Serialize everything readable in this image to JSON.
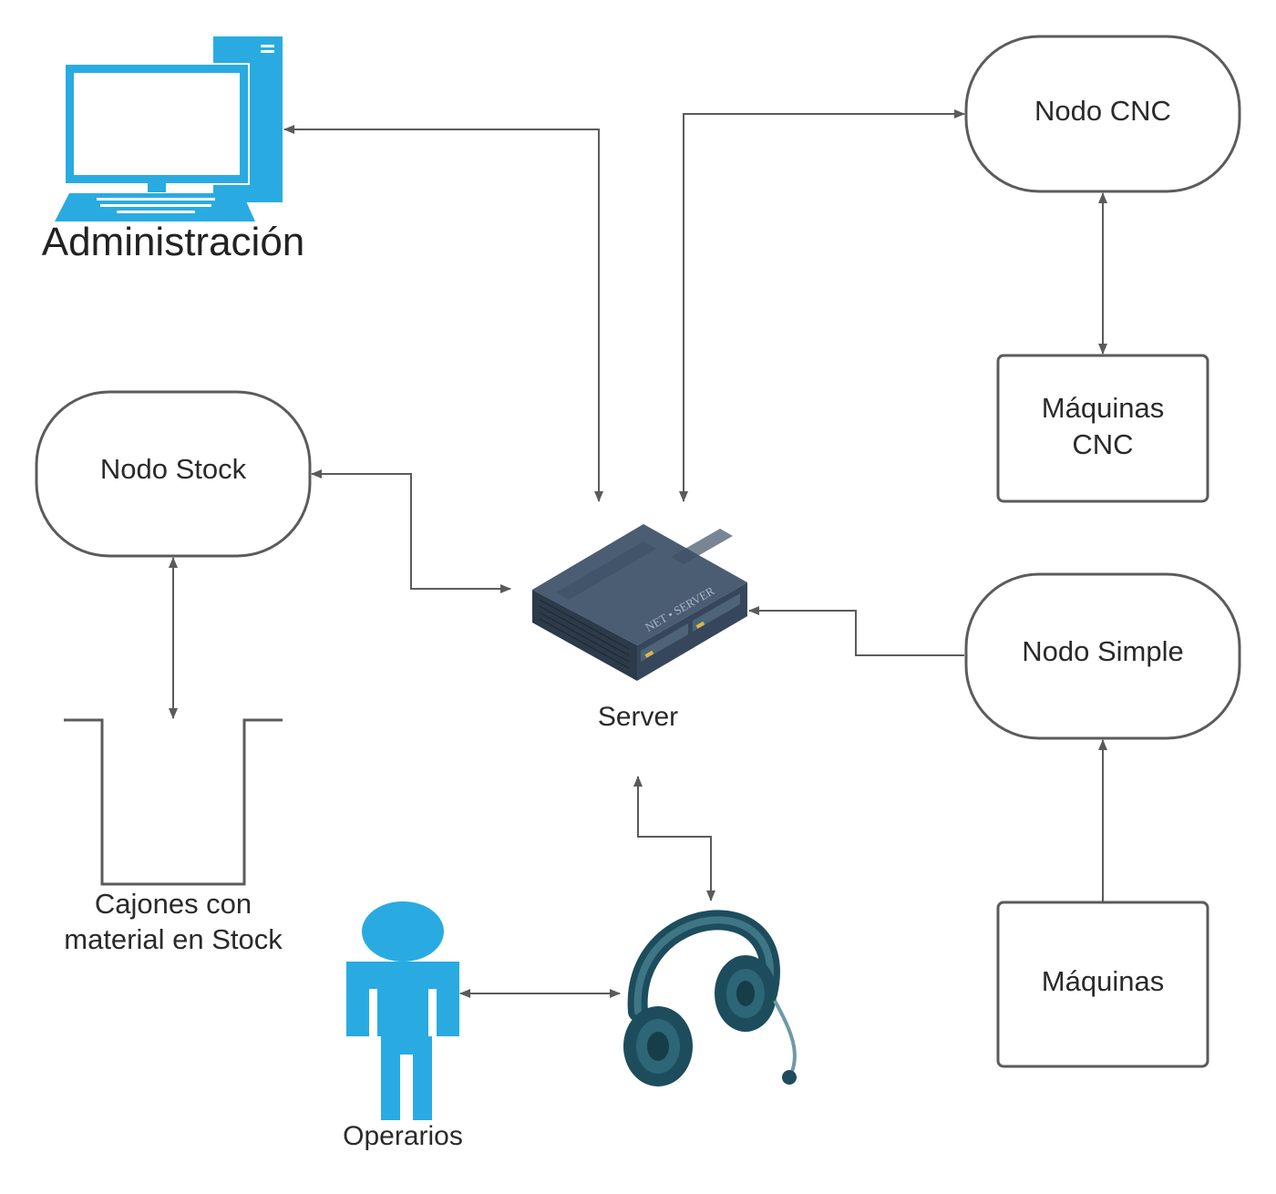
{
  "labels": {
    "administracion": "Administración",
    "nodo_cnc": "Nodo CNC",
    "maquinas_cnc_line1": "Máquinas",
    "maquinas_cnc_line2": "CNC",
    "nodo_stock": "Nodo Stock",
    "server": "Server",
    "nodo_simple": "Nodo Simple",
    "cajones_line1": "Cajones con",
    "cajones_line2": "material en Stock",
    "operarios": "Operarios",
    "maquinas": "Máquinas",
    "server_brand": "NET • SERVER"
  },
  "colors": {
    "computer_blue": "#29abe2",
    "person_blue": "#29abe2",
    "server_dark": "#3e5166",
    "headset_teal": "#1d4d5c",
    "connector_gray": "#5b5b5b"
  },
  "icons": {
    "administracion": "desktop-computer-icon",
    "server": "server-icon",
    "operarios": "person-icon",
    "headset": "headset-icon"
  }
}
